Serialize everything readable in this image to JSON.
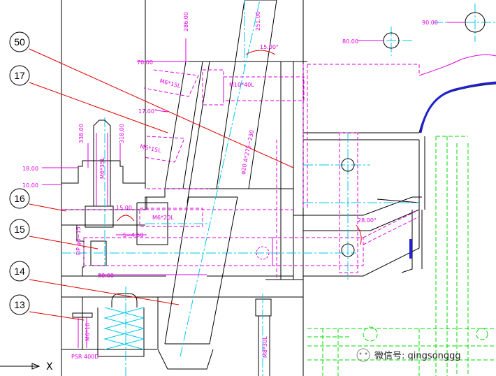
{
  "colors": {
    "outline": "#000000",
    "dimension": "#e000e0",
    "centerline": "#00c8e8",
    "leader": "#e00000",
    "green_part": "#00dd00",
    "blue_part": "#2020d0"
  },
  "balloons": [
    "50",
    "17",
    "16",
    "15",
    "14",
    "13"
  ],
  "dimensions": {
    "d286": "286.00",
    "d251": "251.00",
    "a15": "15.00°",
    "d90": "90.00",
    "d80": "80.00",
    "d70": "70.00",
    "a17": "17.00°",
    "m6x15l_a": "M6*15L",
    "m10x40l": "M10*40L",
    "d338": "338.00",
    "d318": "318.00",
    "m6x15l_b": "M6*15L",
    "m6x35l": "M6*35L",
    "d18": "18.00",
    "d10": "10.00",
    "rod": "φ20 A*275~230",
    "a15b": "15.00",
    "m6x20l": "M6*20L",
    "a28": "28.00°",
    "s_val": "S=4.50",
    "dpb": "DP φ6~15",
    "d30": "30.00",
    "m6x10": "M6*10",
    "m8x30l": "M8*30L",
    "psr": "PSR 400D"
  },
  "axis_label": "X",
  "watermark": "微信号: qingsonggg"
}
